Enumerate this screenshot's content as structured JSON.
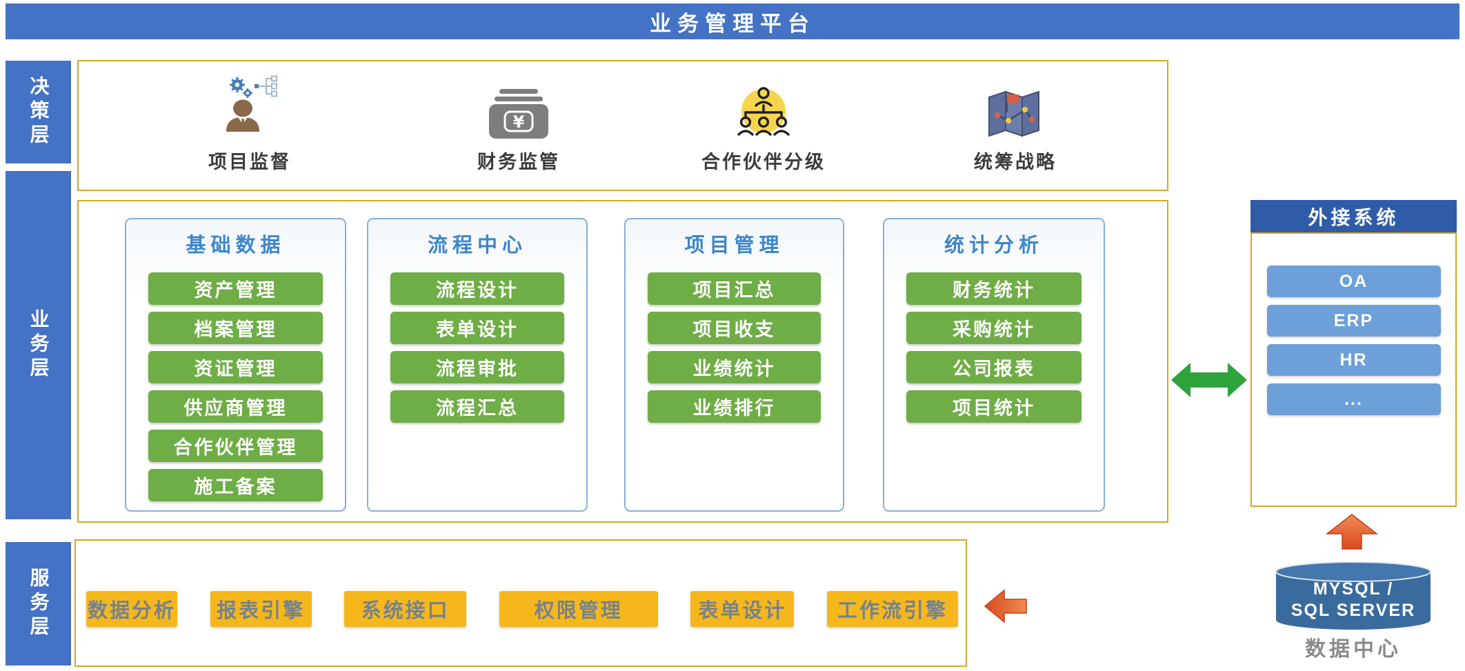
{
  "header": {
    "title": "业务管理平台"
  },
  "layers": {
    "decision": {
      "label": "决策层",
      "items": [
        {
          "label": "项目监督",
          "icon": "manager-gears-icon"
        },
        {
          "label": "财务监管",
          "icon": "money-icon"
        },
        {
          "label": "合作伙伴分级",
          "icon": "org-chart-icon"
        },
        {
          "label": "统筹战略",
          "icon": "strategy-map-icon"
        }
      ]
    },
    "business": {
      "label": "业务层",
      "columns": [
        {
          "title": "基础数据",
          "items": [
            "资产管理",
            "档案管理",
            "资证管理",
            "供应商管理",
            "合作伙伴管理",
            "施工备案"
          ]
        },
        {
          "title": "流程中心",
          "items": [
            "流程设计",
            "表单设计",
            "流程审批",
            "流程汇总"
          ]
        },
        {
          "title": "项目管理",
          "items": [
            "项目汇总",
            "项目收支",
            "业绩统计",
            "业绩排行"
          ]
        },
        {
          "title": "统计分析",
          "items": [
            "财务统计",
            "采购统计",
            "公司报表",
            "项目统计"
          ]
        }
      ]
    },
    "service": {
      "label": "服务层",
      "items": [
        "数据分析",
        "报表引擎",
        "系统接口",
        "权限管理",
        "表单设计",
        "工作流引擎"
      ]
    }
  },
  "external": {
    "title": "外接系统",
    "items": [
      "OA",
      "ERP",
      "HR",
      "..."
    ]
  },
  "data_center": {
    "db_label_line1": "MYSQL /",
    "db_label_line2": "SQL SERVER",
    "caption": "数据中心"
  },
  "colors": {
    "header_blue": "#4472C4",
    "panel_border_gold": "#D9A521",
    "column_border_blue": "#85AEDC",
    "column_title_blue": "#3E86C8",
    "green_module": "#6FAD47",
    "yellow_service": "#F5B71C",
    "external_header_blue": "#2F5CA8",
    "external_item_blue": "#6D9FD8",
    "database_blue": "#3A6B9E",
    "arrow_green": "#2FA33B",
    "arrow_orange": "#E05325"
  }
}
